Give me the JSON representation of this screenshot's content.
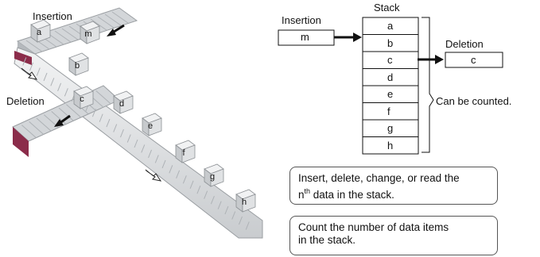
{
  "conveyor": {
    "insertion_label": "Insertion",
    "deletion_label": "Deletion",
    "boxes": [
      "a",
      "m",
      "b",
      "c",
      "d",
      "e",
      "f",
      "g",
      "h"
    ]
  },
  "stack": {
    "title": "Stack",
    "items": [
      "a",
      "b",
      "c",
      "d",
      "e",
      "f",
      "g",
      "h"
    ],
    "insertion_label": "Insertion",
    "insertion_value": "m",
    "deletion_label": "Deletion",
    "deletion_value": "c",
    "brace_label": "Can be counted."
  },
  "notes": {
    "note1_prefix": "Insert, delete, change, or read the",
    "note1_n": "n",
    "note1_sup": "th",
    "note1_suffix": " data in the stack.",
    "note2_line1": "Count the number of data items",
    "note2_line2": "in the stack."
  },
  "colors": {
    "accent": "#8b2c4a",
    "rail": "#d8dbde",
    "box": "#e4e6e8"
  }
}
